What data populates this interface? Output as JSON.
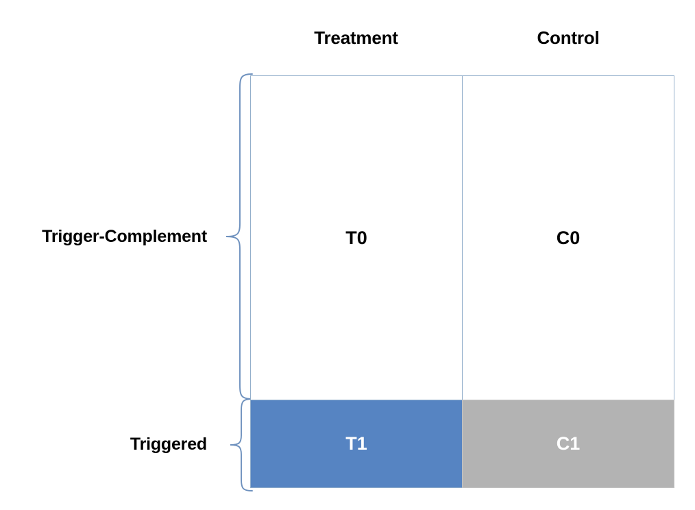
{
  "diagram": {
    "title_text": "",
    "columns": [
      {
        "id": "treatment",
        "label": "Treatment"
      },
      {
        "id": "control",
        "label": "Control"
      }
    ],
    "rows": [
      {
        "id": "trigger-complement",
        "label": "Trigger-Complement"
      },
      {
        "id": "triggered",
        "label": "Triggered"
      }
    ],
    "cells": [
      {
        "id": "t0",
        "label": "T0",
        "row": "trigger-complement",
        "column": "treatment",
        "fill": "#FFFFFF",
        "text_color": "#000000"
      },
      {
        "id": "c0",
        "label": "C0",
        "row": "trigger-complement",
        "column": "control",
        "fill": "#FFFFFF",
        "text_color": "#000000"
      },
      {
        "id": "t1",
        "label": "T1",
        "row": "triggered",
        "column": "treatment",
        "fill": "#5684C2",
        "text_color": "#FFFFFF"
      },
      {
        "id": "c1",
        "label": "C1",
        "row": "triggered",
        "column": "control",
        "fill": "#B3B3B3",
        "text_color": "#FFFFFF"
      }
    ],
    "braces": [
      {
        "id": "brace-trigger-complement",
        "for_row": "trigger-complement",
        "orientation": "left-pointing"
      },
      {
        "id": "brace-triggered",
        "for_row": "triggered",
        "orientation": "left-pointing"
      }
    ],
    "colors": {
      "brace_stroke": "#6E91BE",
      "cell_border": "#93AFCB",
      "treatment_triggered_fill": "#5684C2",
      "control_triggered_fill": "#B3B3B3",
      "background": "#FFFFFF",
      "label_text": "#000000"
    }
  }
}
